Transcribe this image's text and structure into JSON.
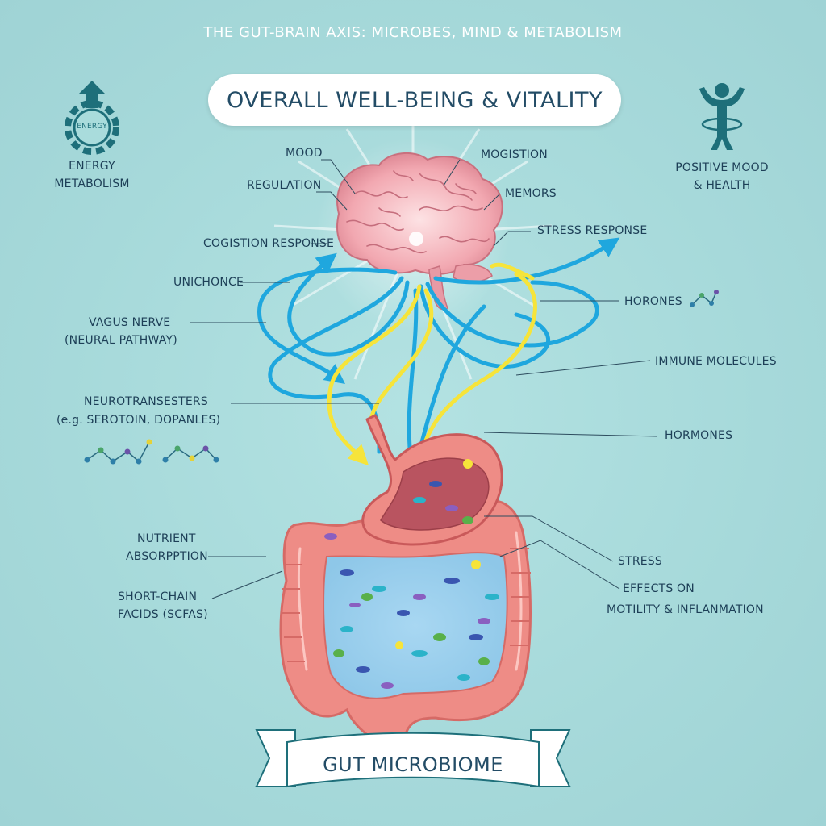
{
  "title": "THE GUT-BRAIN AXIS: MICROBES, MIND & METABOLISM",
  "banner": "OVERALL WELL-BEING & VITALITY",
  "energy": {
    "badge": "ENERGY",
    "line1": "ENERGY",
    "line2": "METABOLISM"
  },
  "positive": {
    "line1": "POSITIVE MOOD",
    "line2": "& HEALTH"
  },
  "labels": {
    "mood": "MOOD",
    "regulation": "REGULATION",
    "cogistion_response": "COGISTION RESPONSE",
    "unichonce": "UNICHONCE",
    "vagus_1": "VAGUS NERVE",
    "vagus_2": "(NEURAL PATHWAY)",
    "neuro_1": "NEUROTRANSESTERS",
    "neuro_2": "(e.g. SEROTOIN, DOPANLES)",
    "mogistion": "MOGISTION",
    "memors": "MEMORS",
    "stress_response": "STRESS RESPONSE",
    "horones": "HORONES",
    "immune": "IMMUNE MOLECULES",
    "hormones": "HORMONES",
    "nutrient_1": "NUTRIENT",
    "nutrient_2": "ABSORPPTION",
    "scfa_1": "SHORT-CHAIN",
    "scfa_2": "FACIDS (SCFAS)",
    "stress": "STRESS",
    "effects_1": "EFFECTS ON",
    "effects_2": "MOTILITY & INFLANMATION"
  },
  "ribbon": "GUT MICROBIOME",
  "colors": {
    "background": "#a9dcdc",
    "brain": "#f2a6b0",
    "gut": "#ee8c86",
    "neural_blue": "#1fa7de",
    "hormone_yellow": "#f6e43a",
    "text": "#1d3f57",
    "icon": "#1e6f7a"
  }
}
